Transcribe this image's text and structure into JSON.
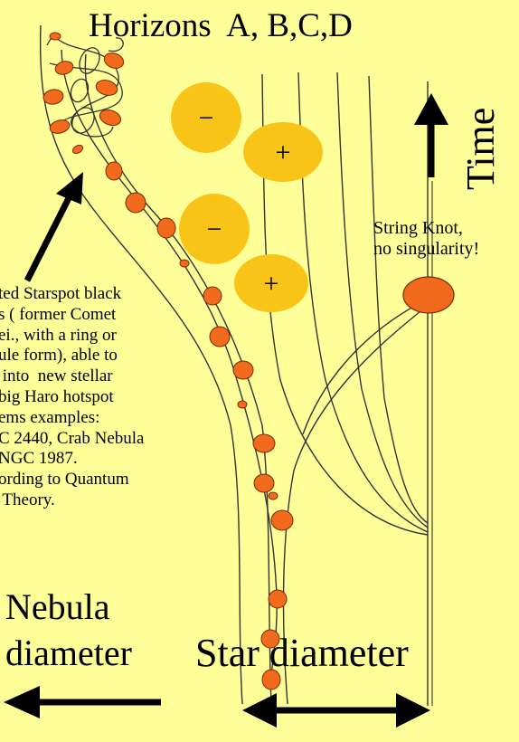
{
  "title": "Horizons  A, B,C,D",
  "time_label": "Time",
  "knot_label": "String Knot,\nno singularity!",
  "description": "ted Starspot black\ns ( former Comet\nei., with a ring or\nule form), able to\n into  new stellar\nbig Haro hotspot\nems examples:\nC 2440, Crab Nebula\nNGC 1987.\nording to Quantum\n Theory.",
  "nebula_label": "Nebula\ndiameter",
  "star_label": "Star diameter",
  "charges": [
    {
      "sign": "−",
      "name": "minus-charge-top"
    },
    {
      "sign": "+",
      "name": "plus-charge-top"
    },
    {
      "sign": "−",
      "name": "minus-charge-bottom"
    },
    {
      "sign": "+",
      "name": "plus-charge-bottom"
    }
  ],
  "colors": {
    "background": "#ffff99",
    "charge_fill": "#f9c418",
    "spot_fill": "#f26a1b",
    "spot_stroke": "#7a2a00",
    "line": "#333333",
    "arrow": "#000000"
  }
}
